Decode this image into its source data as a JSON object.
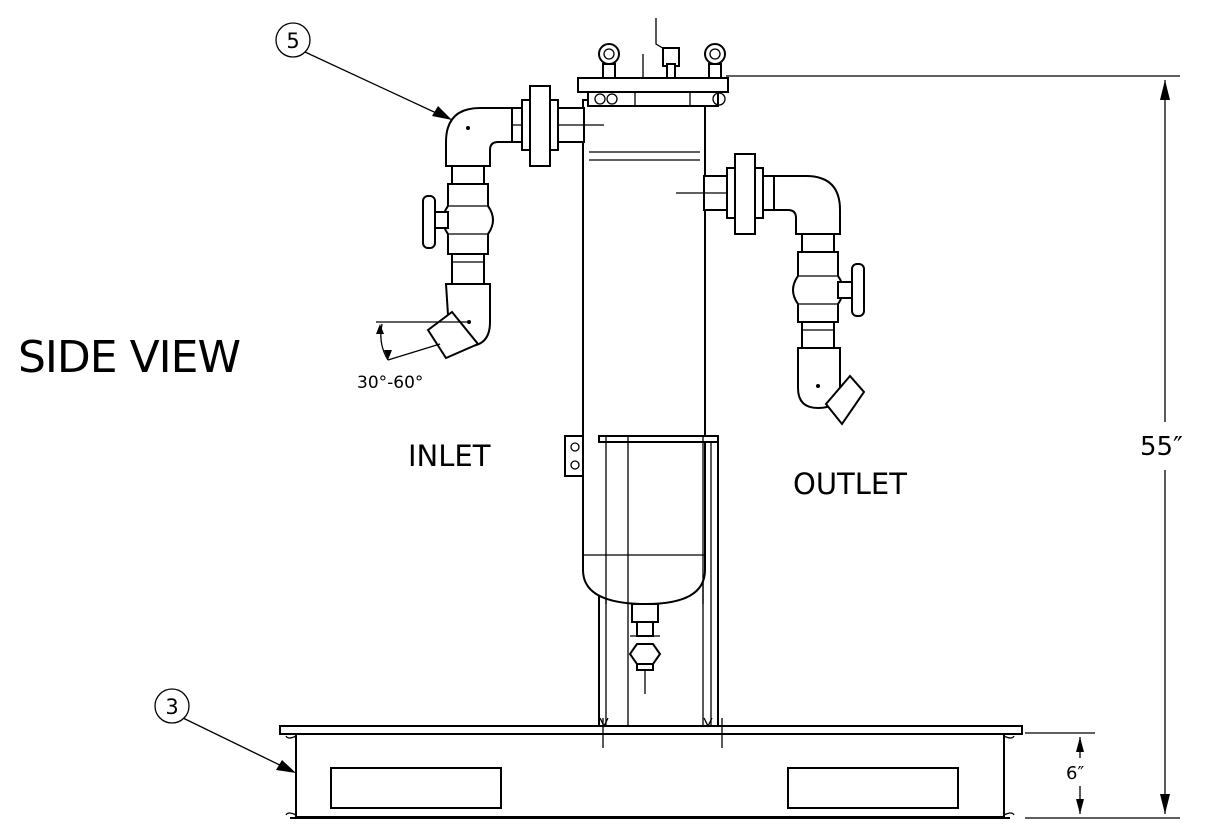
{
  "view_title": "SIDE VIEW",
  "inlet_label": "INLET",
  "outlet_label": "OUTLET",
  "angle_label": "30°-60°",
  "dimensions": {
    "overall_height": "55″",
    "base_height": "6″"
  },
  "balloons": {
    "elbow": "5",
    "base": "3"
  }
}
